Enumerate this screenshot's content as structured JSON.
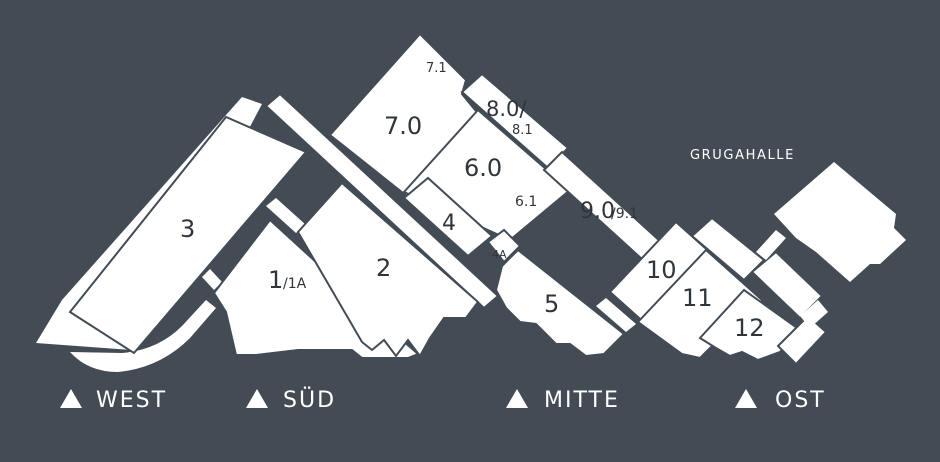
{
  "colors": {
    "background": "#434c55",
    "hall_fill": "#ffffff",
    "label_text": "#2f353b",
    "entrance_text": "#ffffff"
  },
  "halls": {
    "h3": "3",
    "h1": "1",
    "h1a": "/1A",
    "h2": "2",
    "h4": "4",
    "h4a": "4A",
    "h5": "5",
    "h6": "6.0",
    "h61": "6.1",
    "h7": "7.0",
    "h71": "7.1",
    "h8": "8.0/",
    "h81": "8.1",
    "h9": "9.0",
    "h91": "/9.1",
    "h10": "10",
    "h11": "11",
    "h12": "12"
  },
  "grugahalle": "GRUGAHALLE",
  "entrances": [
    {
      "label": "WEST",
      "icon": "triangle-up-icon"
    },
    {
      "label": "SÜD",
      "icon": "triangle-up-icon"
    },
    {
      "label": "MITTE",
      "icon": "triangle-up-icon"
    },
    {
      "label": "OST",
      "icon": "triangle-up-icon"
    }
  ]
}
